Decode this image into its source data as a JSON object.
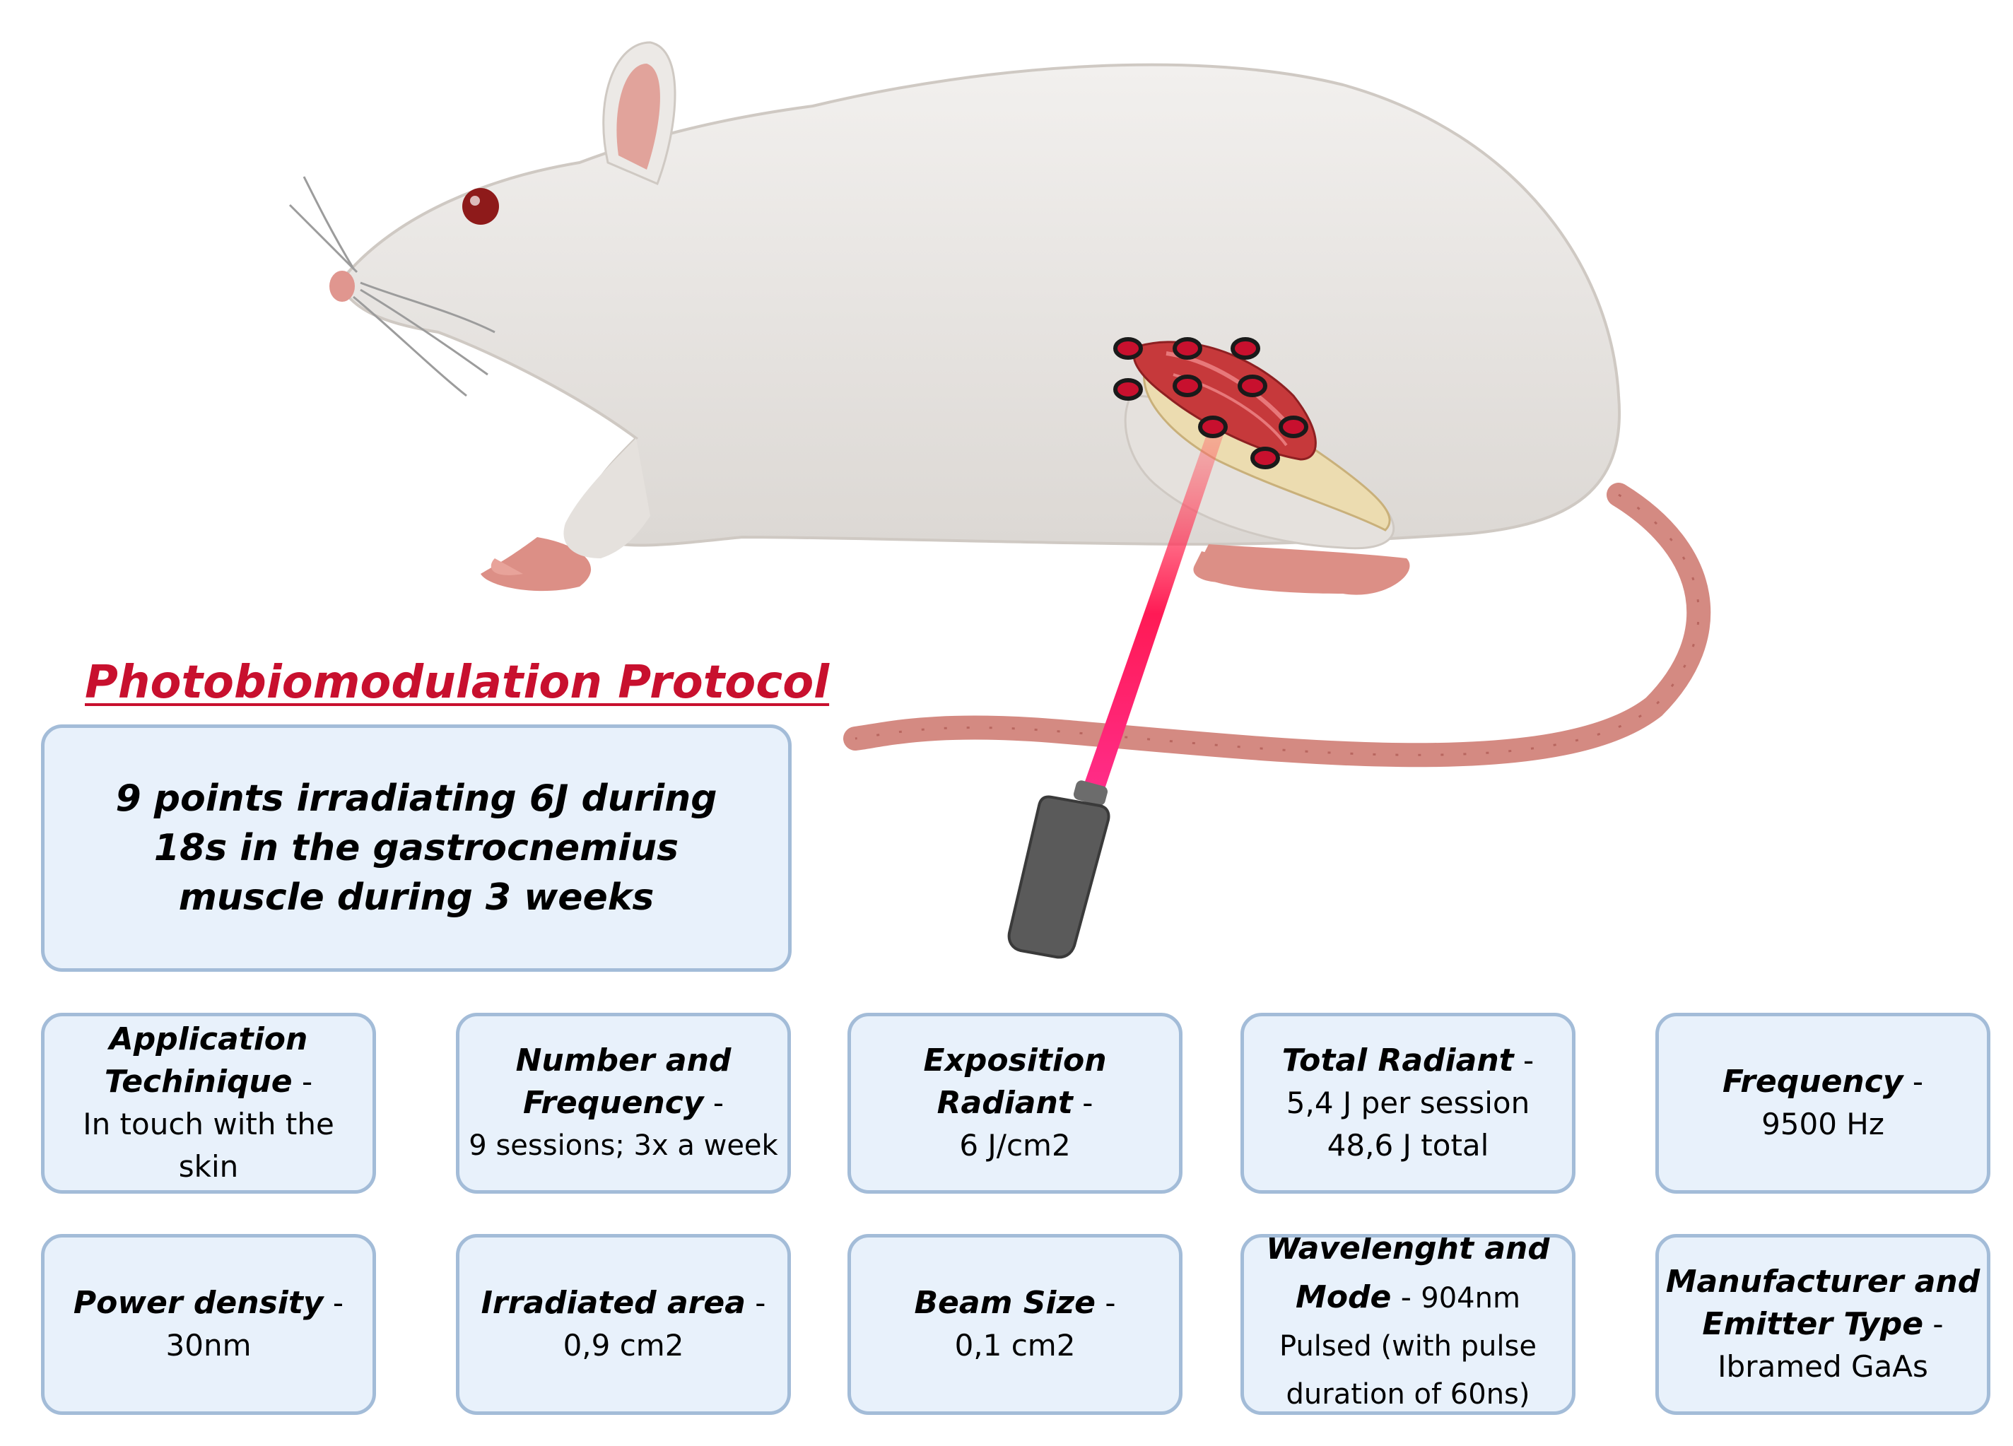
{
  "title": "Photobiomodulation Protocol",
  "summary": "9 points irradiating 6J during 18s in the gastrocnemius muscle during 3 weeks",
  "params": [
    {
      "label": "Application Techinique",
      "dash": " -",
      "value": "In touch with the skin"
    },
    {
      "label": "Number and Frequency",
      "dash": " -",
      "value": "9 sessions; 3x a week"
    },
    {
      "label": "Exposition Radiant",
      "dash": " -",
      "value": "6 J/cm2"
    },
    {
      "label": "Total Radiant",
      "dash": " -",
      "value": "5,4 J per session",
      "value2": "48,6 J total"
    },
    {
      "label": "Frequency",
      "dash": " -",
      "value": "9500 Hz"
    },
    {
      "label": "Power density",
      "dash": " -",
      "value": "30nm"
    },
    {
      "label": "Irradiated area",
      "dash": " -",
      "value": "0,9 cm2"
    },
    {
      "label": "Beam Size",
      "dash": " -",
      "value": "0,1 cm2"
    },
    {
      "label": "Wavelenght and Mode",
      "dash": " - ",
      "value": "904nm Pulsed (with pulse duration of 60ns)"
    },
    {
      "label": "Manufacturer and Emitter Type",
      "dash": " -",
      "value": "Ibramed GaAs"
    }
  ],
  "colors": {
    "title": "#c8102e",
    "box_fill": "#e8f1fb",
    "box_border": "#a3bcd8",
    "laser": "#ff1a55",
    "point": "#c8102e"
  },
  "icons": [
    "rat-illustration",
    "laser-probe-icon",
    "irradiation-point-icon"
  ]
}
